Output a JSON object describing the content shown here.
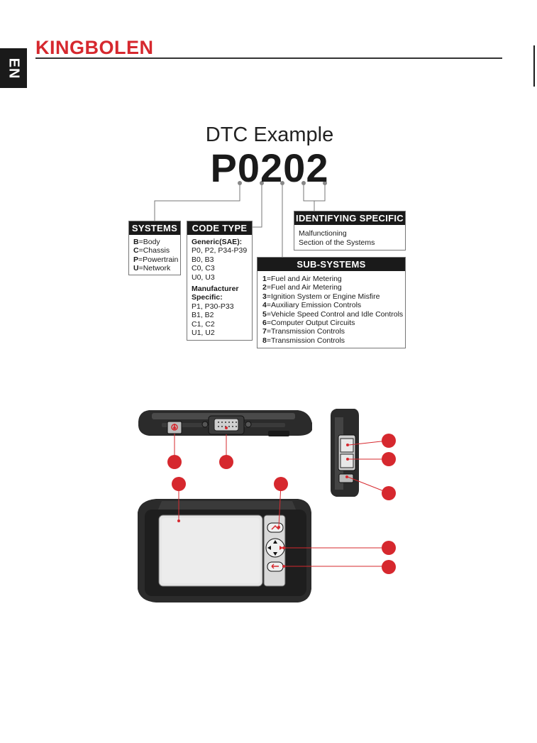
{
  "header": {
    "lang": "EN",
    "brand": "KINGBOLEN",
    "brand_color": "#d6282e"
  },
  "dtc": {
    "title": "DTC Example",
    "code": "P0202"
  },
  "systems": {
    "title": "SYSTEMS",
    "items": [
      {
        "key": "B",
        "value": "=Body"
      },
      {
        "key": "C",
        "value": "=Chassis"
      },
      {
        "key": "P",
        "value": "=Powertrain"
      },
      {
        "key": "U",
        "value": "=Network"
      }
    ]
  },
  "code_type": {
    "title": "CODE TYPE",
    "generic_heading": "Generic(SAE):",
    "generic_lines": [
      "P0, P2, P34-P39",
      "B0, B3",
      "C0, C3",
      "U0, U3"
    ],
    "manufacturer_heading_1": "Manufacturer",
    "manufacturer_heading_2": "Specific:",
    "manufacturer_lines": [
      "P1, P30-P33",
      "B1, B2",
      "C1, C2",
      "U1, U2"
    ]
  },
  "identifying": {
    "title": "IDENTIFYING SPECIFIC",
    "lines": [
      "Malfunctioning",
      "Section of the Systems"
    ]
  },
  "sub_systems": {
    "title": "SUB-SYSTEMS",
    "items": [
      {
        "key": "1",
        "value": "=Fuel and Air Metering"
      },
      {
        "key": "2",
        "value": "=Fuel and Air Metering"
      },
      {
        "key": "3",
        "value": "=Ignition System or Engine Misfire"
      },
      {
        "key": "4",
        "value": "=Auxiliary Emission Controls"
      },
      {
        "key": "5",
        "value": "=Vehicle Speed Control and Idle Controls"
      },
      {
        "key": "6",
        "value": "=Computer Output Circuits"
      },
      {
        "key": "7",
        "value": "=Transmission Controls"
      },
      {
        "key": "8",
        "value": "=Transmission Controls"
      }
    ]
  },
  "device": {
    "callout_color": "#d6282e",
    "body_color": "#2b2b2b",
    "icons": [
      "power-button-icon",
      "obd-connector-icon",
      "screen-icon",
      "home-key-icon",
      "dpad-icon",
      "back-key-icon"
    ]
  }
}
